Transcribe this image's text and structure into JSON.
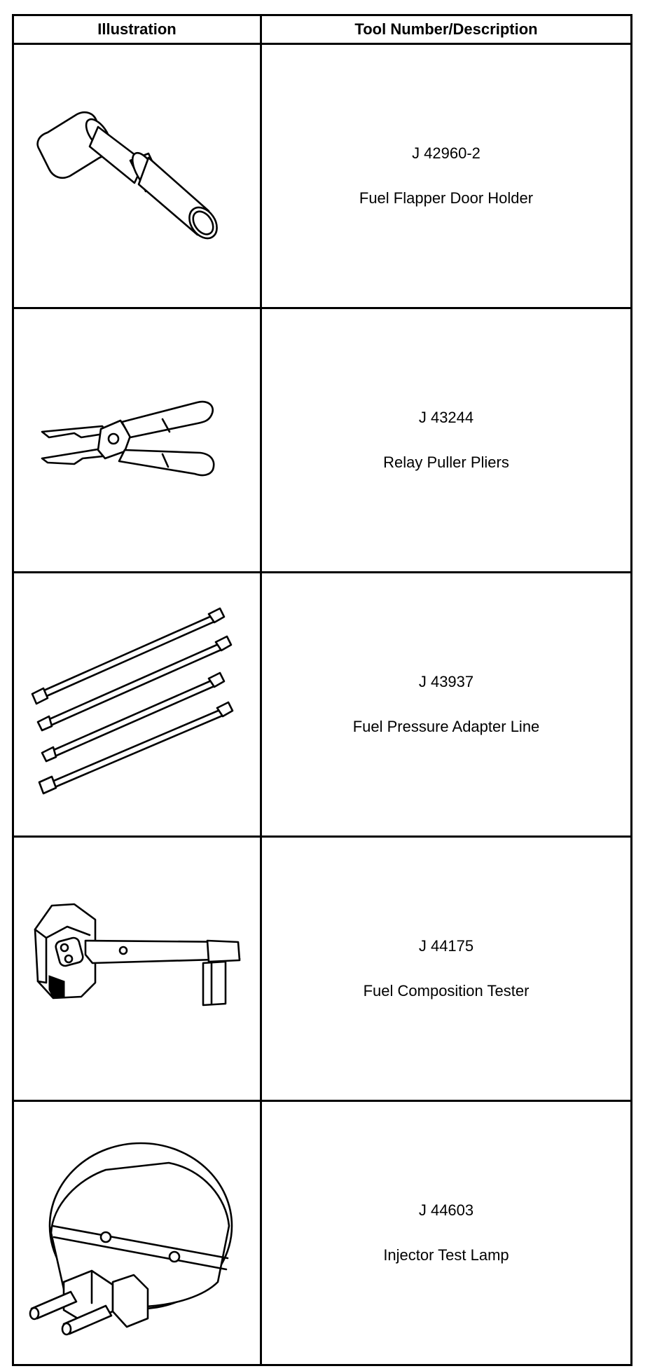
{
  "table": {
    "header": {
      "illustration": "Illustration",
      "description": "Tool Number/Description"
    },
    "rows": [
      {
        "number": "J 42960-2",
        "name": "Fuel Flapper Door Holder",
        "icon": "flapper-door-holder-tool"
      },
      {
        "number": "J 43244",
        "name": "Relay Puller Pliers",
        "icon": "relay-puller-pliers"
      },
      {
        "number": "J 43937",
        "name": "Fuel Pressure Adapter Line",
        "icon": "fuel-pressure-adapter-lines"
      },
      {
        "number": "J 44175",
        "name": "Fuel Composition Tester",
        "icon": "fuel-composition-tester"
      },
      {
        "number": "J 44603",
        "name": "Injector Test Lamp",
        "icon": "injector-test-lamp"
      }
    ]
  }
}
